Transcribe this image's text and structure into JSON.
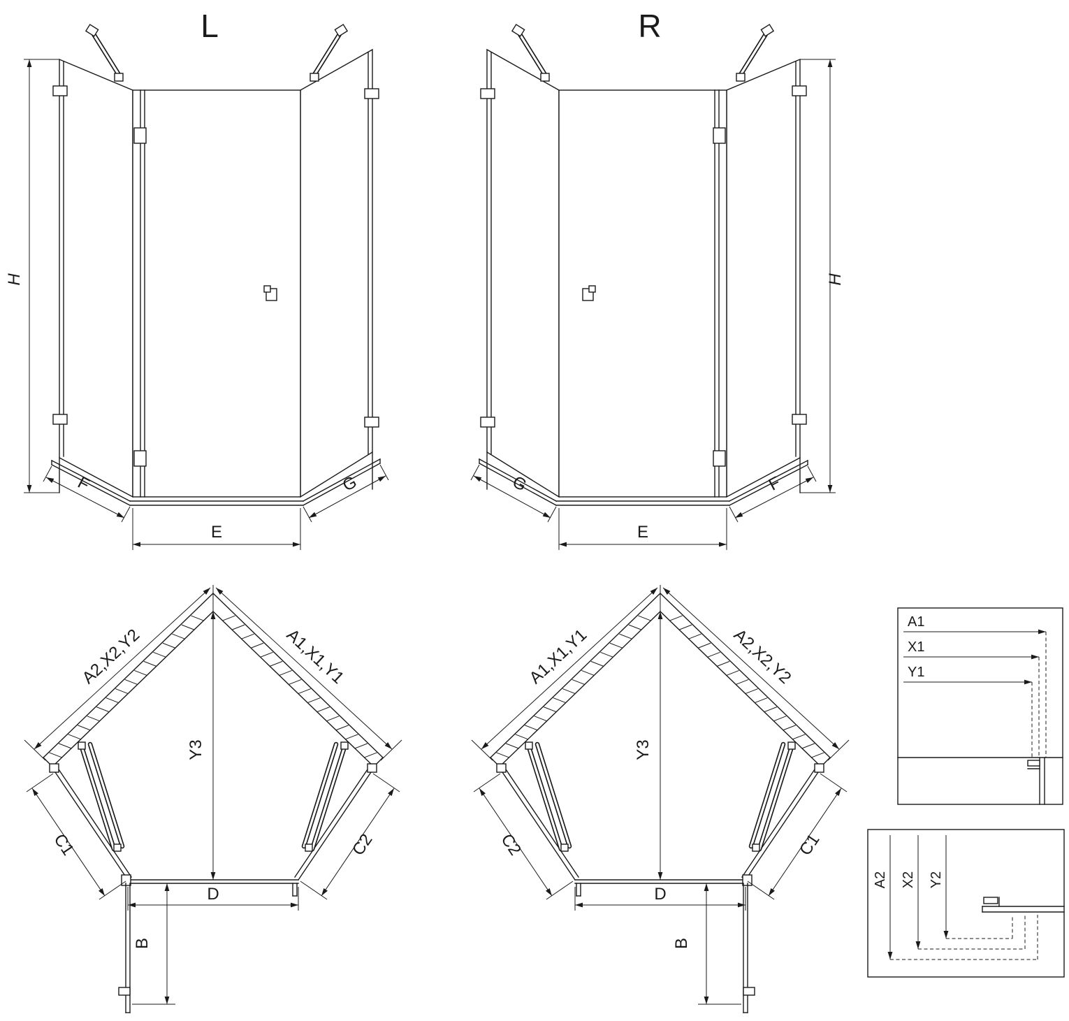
{
  "meta": {
    "background": "#ffffff",
    "line_color": "#1a1a1a"
  },
  "elevations": {
    "left": {
      "title": "L",
      "height_label": "H",
      "left_base_label": "F",
      "center_base_label": "E",
      "right_base_label": "G"
    },
    "right": {
      "title": "R",
      "height_label": "H",
      "left_base_label": "G",
      "center_base_label": "E",
      "right_base_label": "F"
    }
  },
  "plans": {
    "left": {
      "left_wall_label": "A2,X2,Y2",
      "right_wall_label": "A1,X1,Y1",
      "depth_label": "Y3",
      "left_side_label": "C1",
      "right_side_label": "C2",
      "front_width_label": "D",
      "return_depth_label": "B"
    },
    "right": {
      "left_wall_label": "A1,X1,Y1",
      "right_wall_label": "A2,X2,Y2",
      "depth_label": "Y3",
      "left_side_label": "C2",
      "right_side_label": "C1",
      "front_width_label": "D",
      "return_depth_label": "B"
    }
  },
  "details": {
    "horizontal": {
      "labels": [
        "A1",
        "X1",
        "Y1"
      ]
    },
    "vertical": {
      "labels": [
        "A2",
        "X2",
        "Y2"
      ]
    }
  }
}
